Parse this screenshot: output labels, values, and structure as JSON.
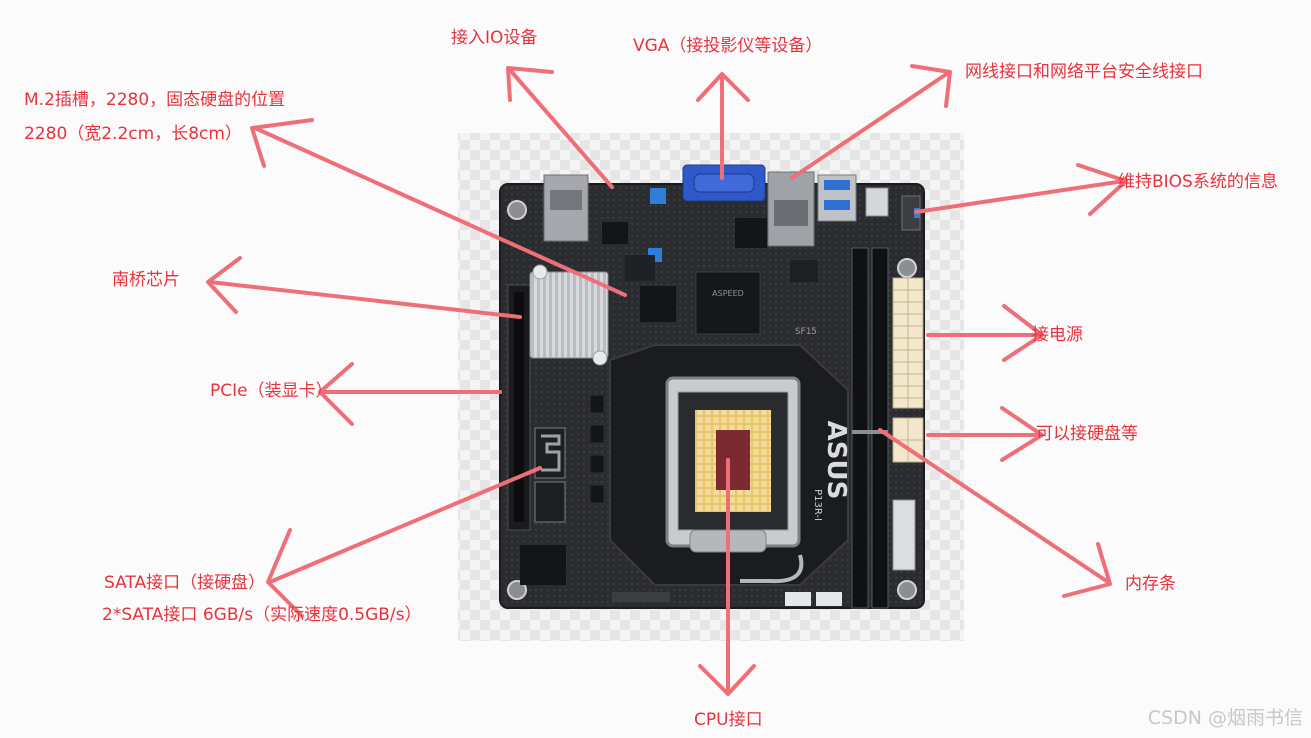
{
  "labels": {
    "io": "接入IO设备",
    "vga": "VGA（接投影仪等设备）",
    "network": "网线接口和网络平台安全线接口",
    "m2_line1": "M.2插槽，2280，固态硬盘的位置",
    "m2_line2": "2280（宽2.2cm，长8cm）",
    "bios": "维持BIOS系统的信息",
    "southbridge": "南桥芯片",
    "power": "接电源",
    "pcie": "PCIe（装显卡）",
    "disk": "可以接硬盘等",
    "sata_line1": "SATA接口（接硬盘）",
    "sata_line2": "2*SATA接口 6GB/s（实际速度0.5GB/s）",
    "memory": "内存条",
    "cpu": "CPU接口"
  },
  "board": {
    "brand": "ASUS",
    "model": "P13R-I",
    "chip": "ASPEED",
    "silk": "SF15"
  },
  "watermark": "CSDN @烟雨书信",
  "colors": {
    "annotation": "#e8323c",
    "arrow": "#ef6f78",
    "pcb": "#2a2b2e",
    "vga_port": "#2f58c8"
  }
}
